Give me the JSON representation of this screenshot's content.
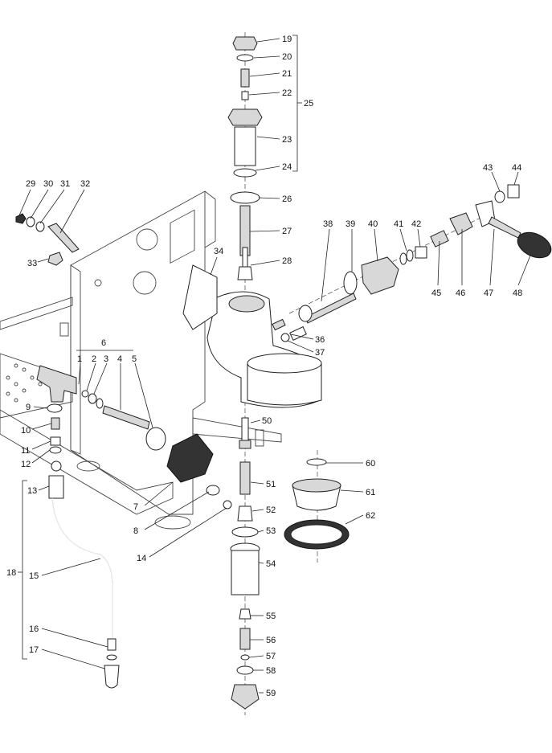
{
  "diagram": {
    "labels": {
      "l1": "1",
      "l2": "2",
      "l3": "3",
      "l4": "4",
      "l5": "5",
      "l6": "6",
      "l7": "7",
      "l8": "8",
      "l9": "9",
      "l10": "10",
      "l11": "11",
      "l12": "12",
      "l13": "13",
      "l14": "14",
      "l15": "15",
      "l16": "16",
      "l17": "17",
      "l18": "18",
      "l19": "19",
      "l20": "20",
      "l21": "21",
      "l22": "22",
      "l23": "23",
      "l24": "24",
      "l25": "25",
      "l26": "26",
      "l27": "27",
      "l28": "28",
      "l29": "29",
      "l30": "30",
      "l31": "31",
      "l32": "32",
      "l33": "33",
      "l34": "34",
      "l36": "36",
      "l37": "37",
      "l38": "38",
      "l39": "39",
      "l40": "40",
      "l41": "41",
      "l42": "42",
      "l43": "43",
      "l44": "44",
      "l45": "45",
      "l46": "46",
      "l47": "47",
      "l48": "48",
      "l50": "50",
      "l51": "51",
      "l52": "52",
      "l53": "53",
      "l54": "54",
      "l55": "55",
      "l56": "56",
      "l57": "57",
      "l58": "58",
      "l59": "59",
      "l60": "60",
      "l61": "61",
      "l62": "62"
    }
  }
}
